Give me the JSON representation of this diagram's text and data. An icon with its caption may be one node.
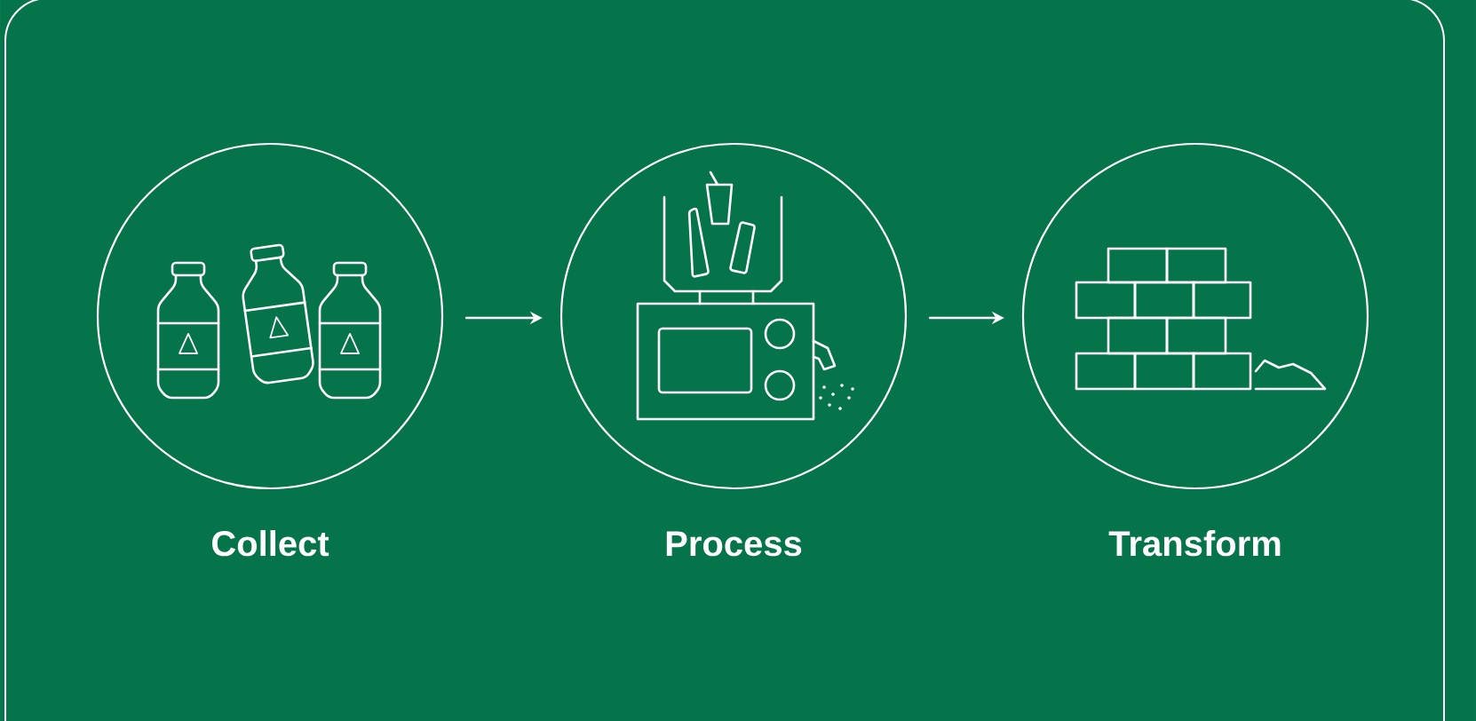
{
  "diagram": {
    "nodes": [
      {
        "text": [
          "Collect"
        ]
      },
      {
        "text": [
          "Process"
        ]
      },
      {
        "text": [
          "Transform"
        ]
      }
    ],
    "edges": [
      {
        "from": 0,
        "to": 1,
        "arrow": "to"
      },
      {
        "from": 1,
        "to": 2,
        "arrow": "to"
      }
    ]
  }
}
